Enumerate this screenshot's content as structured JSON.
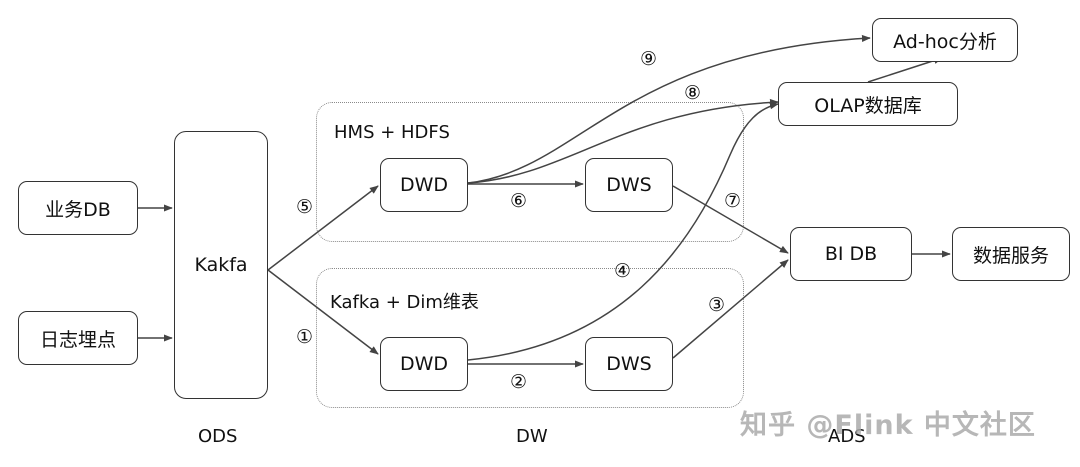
{
  "sources": {
    "business_db": "业务DB",
    "log_tracking": "日志埋点"
  },
  "ods": {
    "kafka": "Kakfa",
    "layer_label": "ODS"
  },
  "dw": {
    "offline_zone": "HMS + HDFS",
    "realtime_zone": "Kafka + Dim维表",
    "offline_dwd": "DWD",
    "offline_dws": "DWS",
    "realtime_dwd": "DWD",
    "realtime_dws": "DWS",
    "layer_label": "DW"
  },
  "ads": {
    "adhoc": "Ad-hoc分析",
    "olap": "OLAP数据库",
    "bi_db": "BI DB",
    "data_service": "数据服务",
    "layer_label": "ADS"
  },
  "steps": {
    "s1": "①",
    "s2": "②",
    "s3": "③",
    "s4": "④",
    "s5": "⑤",
    "s6": "⑥",
    "s7": "⑦",
    "s8": "⑧",
    "s9": "⑨"
  },
  "watermark": "知乎 @Flink 中文社区"
}
